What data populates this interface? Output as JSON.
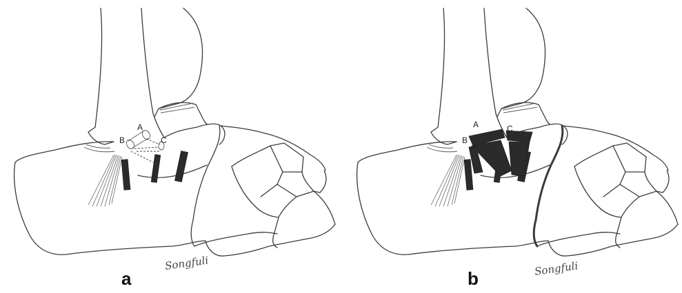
{
  "panels": [
    {
      "label": "a",
      "points": {
        "A": "A",
        "B": "B",
        "C": "C"
      },
      "signature": "Songfuli"
    },
    {
      "label": "b",
      "points": {
        "A": "A",
        "B": "B",
        "C": "C"
      },
      "signature": "Songfuli"
    }
  ],
  "colors": {
    "line": "#3a3a3a",
    "ink": "#222222",
    "background": "#ffffff"
  }
}
